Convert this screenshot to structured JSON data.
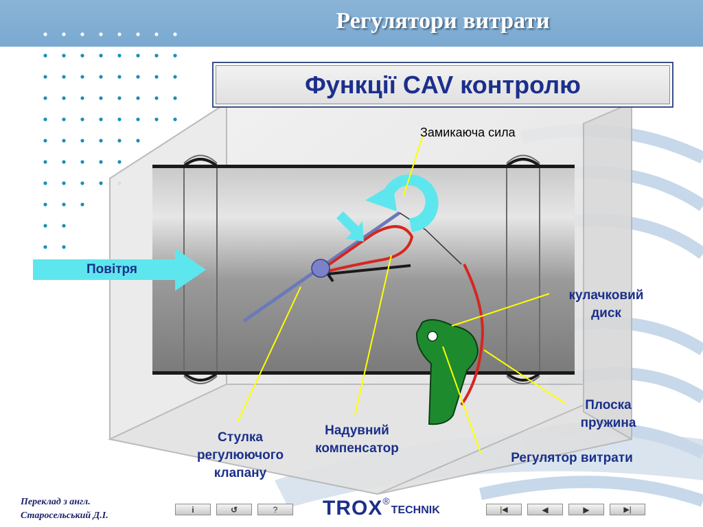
{
  "slide": {
    "title": "Регулятори витрати"
  },
  "panel": {
    "subtitle": "Функції CAV контролю"
  },
  "labels": {
    "closing_force": "Замикаюча сила",
    "air": "Повітря",
    "cam_disc_line1": "кулачковий",
    "cam_disc_line2": "диск",
    "flat_spring_line1": "Плоска",
    "flat_spring_line2": "пружина",
    "flow_regulator": "Регулятор витрати",
    "sleeve_line1": "Стулка",
    "sleeve_line2": "регулюючого",
    "sleeve_line3": "клапану",
    "bellows_line1": "Надувний",
    "bellows_line2": "компенсатор"
  },
  "footer": {
    "credit_line1": "Переклад з англ.",
    "credit_line2": "Старосельський Д.І.",
    "buttons": {
      "info": "i",
      "return": "↺",
      "help": "?"
    },
    "nav": {
      "first": "|◀",
      "prev": "◀",
      "next": "▶",
      "last": "▶|"
    },
    "logo": {
      "brand": "TROX",
      "registered": "®",
      "suffix": "TECHNIK"
    }
  },
  "colors": {
    "title_bar": "#7aa9d0",
    "accent_blue": "#1c2f8c",
    "arrow_cyan": "#5ee6ee",
    "spring_red": "#d6261f",
    "cam_green": "#1e8a2e",
    "leader_yellow": "#ffff00",
    "dot_teal": "#1b8fb0"
  }
}
